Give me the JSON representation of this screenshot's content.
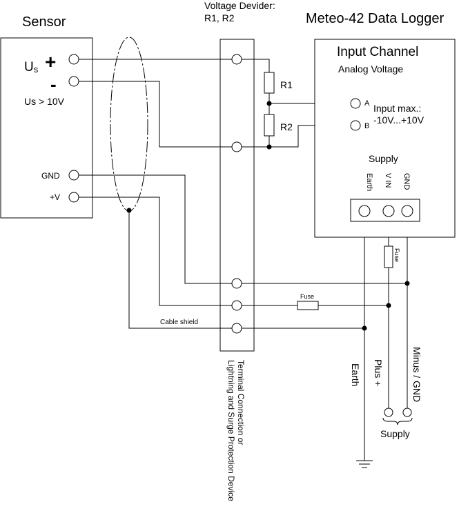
{
  "sensor": {
    "title": "Sensor",
    "us_label": "U",
    "us_sub": "s",
    "plus_sign": "+",
    "minus_sign": "-",
    "us_condition": "Us > 10V",
    "gnd_label": "GND",
    "v_label": "+V"
  },
  "divider": {
    "title_line1": "Voltage Devider:",
    "title_line2": "R1, R2",
    "r1_label": "R1",
    "r2_label": "R2"
  },
  "logger": {
    "title": "Meteo-42 Data Logger",
    "channel_title": "Input Channel",
    "channel_subtitle": "Analog Voltage",
    "pin_a": "A",
    "pin_b": "B",
    "input_max_line1": "Input max.:",
    "input_max_line2": "-10V...+10V",
    "supply_title": "Supply",
    "pin_earth": "Earth",
    "pin_vin": "V IN",
    "pin_gnd": "GND"
  },
  "wiring": {
    "fuse_label": "Fuse",
    "fuse_label_vertical": "Fuse",
    "cable_shield": "Cable shield",
    "terminal_line1": "Terminal Connection or",
    "terminal_line2": "Lightning and Surge Protection Device",
    "earth_label": "Earth",
    "plus_label": "Plus +",
    "minus_label": "Minus / GND",
    "supply_label": "Supply"
  }
}
